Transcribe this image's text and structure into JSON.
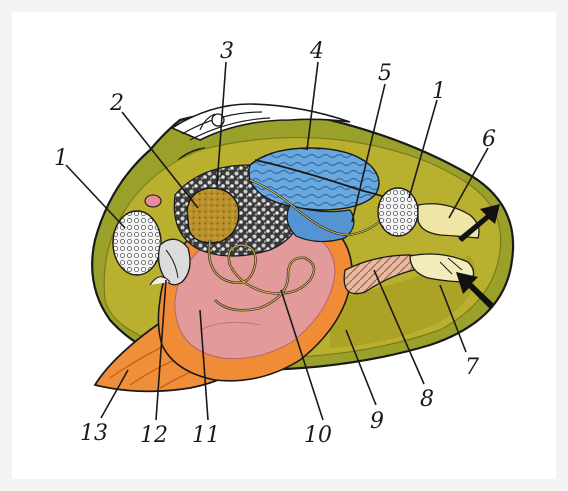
{
  "figure": {
    "labels": [
      {
        "id": "label-1-left",
        "text": "1"
      },
      {
        "id": "label-2",
        "text": "2"
      },
      {
        "id": "label-3",
        "text": "3"
      },
      {
        "id": "label-4",
        "text": "4"
      },
      {
        "id": "label-5",
        "text": "5"
      },
      {
        "id": "label-1-right",
        "text": "1"
      },
      {
        "id": "label-6",
        "text": "6"
      },
      {
        "id": "label-7",
        "text": "7"
      },
      {
        "id": "label-8",
        "text": "8"
      },
      {
        "id": "label-9",
        "text": "9"
      },
      {
        "id": "label-10",
        "text": "10"
      },
      {
        "id": "label-11",
        "text": "11"
      },
      {
        "id": "label-12",
        "text": "12"
      },
      {
        "id": "label-13",
        "text": "13"
      }
    ],
    "colors": {
      "mantle": "#b7ad2c",
      "mantle_dark": "#8e8619",
      "visceral_pink": "#e59a9a",
      "foot_orange": "#f08f3a",
      "foot_deep": "#e06a1c",
      "kidney_blue": "#5f9fd8",
      "digestive_brown": "#b8902c",
      "ganglion_white": "#e9e9e9",
      "siphon_cream": "#efe6a6",
      "outline": "#1a1a1a",
      "arrow": "#111111"
    },
    "icons": [
      "water-in-arrow-icon",
      "water-out-arrow-icon"
    ]
  }
}
